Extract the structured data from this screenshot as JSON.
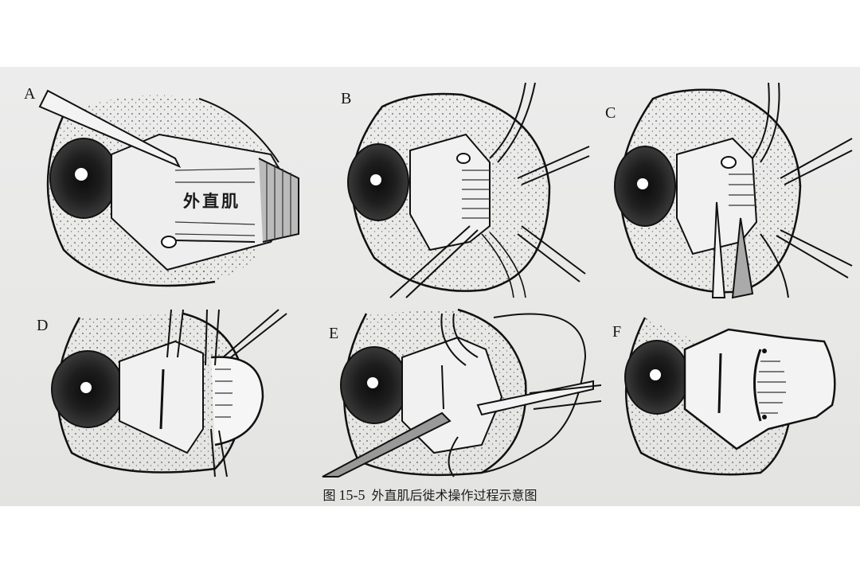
{
  "figure": {
    "caption_prefix": "图",
    "caption_number": "15-5",
    "caption_title": "外直肌后徙术操作过程示意图",
    "colors": {
      "page": "#e9e9e7",
      "ink": "#161616",
      "background": "#ffffff"
    }
  },
  "panels": [
    {
      "label": "A",
      "annotation": "外直肌",
      "step": "exposure of lateral rectus with hook"
    },
    {
      "label": "B",
      "annotation": "",
      "step": "suture placed through muscle near insertion"
    },
    {
      "label": "C",
      "annotation": "",
      "step": "muscle disinserted with scissors"
    },
    {
      "label": "D",
      "annotation": "",
      "step": "muscle retracted; new insertion marked"
    },
    {
      "label": "E",
      "annotation": "",
      "step": "scleral suture with needle holder"
    },
    {
      "label": "F",
      "annotation": "",
      "step": "muscle reattached at recessed position"
    }
  ]
}
